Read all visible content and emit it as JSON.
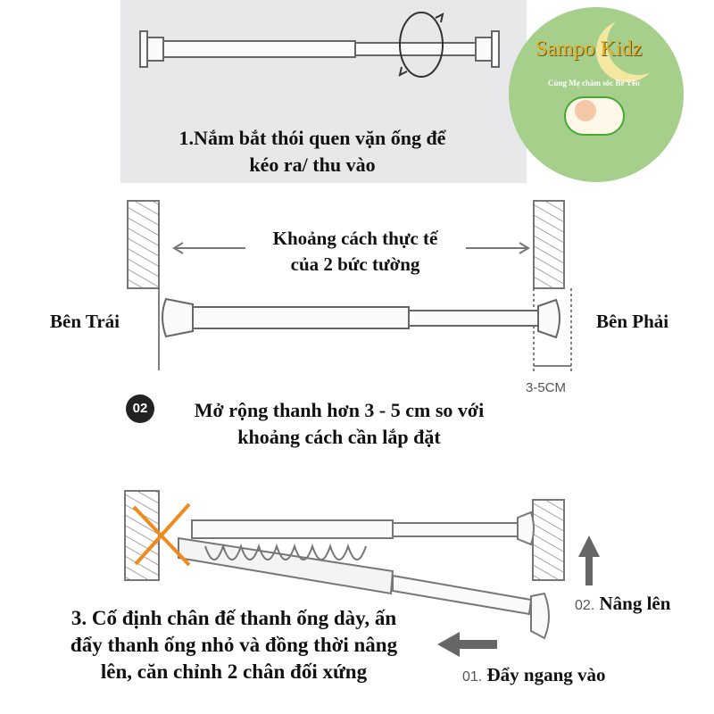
{
  "step1": {
    "line1": "1.Nắm bắt thói quen vặn ống để",
    "line2": "kéo ra/ thu vào"
  },
  "logo": {
    "brand": "Sampo Kidz",
    "tagline": "Cùng Mẹ chăm sóc Bé Yêu"
  },
  "step2": {
    "distance_line1": "Khoảng cách thực tế",
    "distance_line2": "của 2 bức tường",
    "left_label": "Bên Trái",
    "right_label": "Bên Phải",
    "extra_label": "3-5CM",
    "badge": "02",
    "line1": "Mở rộng thanh hơn 3 - 5 cm so với",
    "line2": "khoảng cách cần lắp đặt"
  },
  "step3": {
    "line1": "3. Cố định chân đế thanh ống dày, ấn",
    "line2": "đẩy thanh ống nhỏ và đồng thời nâng",
    "line3": "lên, căn chỉnh 2 chân đối xứng",
    "lift_num": "02.",
    "lift_label": "Nâng lên",
    "push_num": "01.",
    "push_label": "Đẩy ngang vào"
  },
  "colors": {
    "panel": "#e8e8ea",
    "logo_bg": "#a6cf8c",
    "cross": "#f08a1c"
  }
}
